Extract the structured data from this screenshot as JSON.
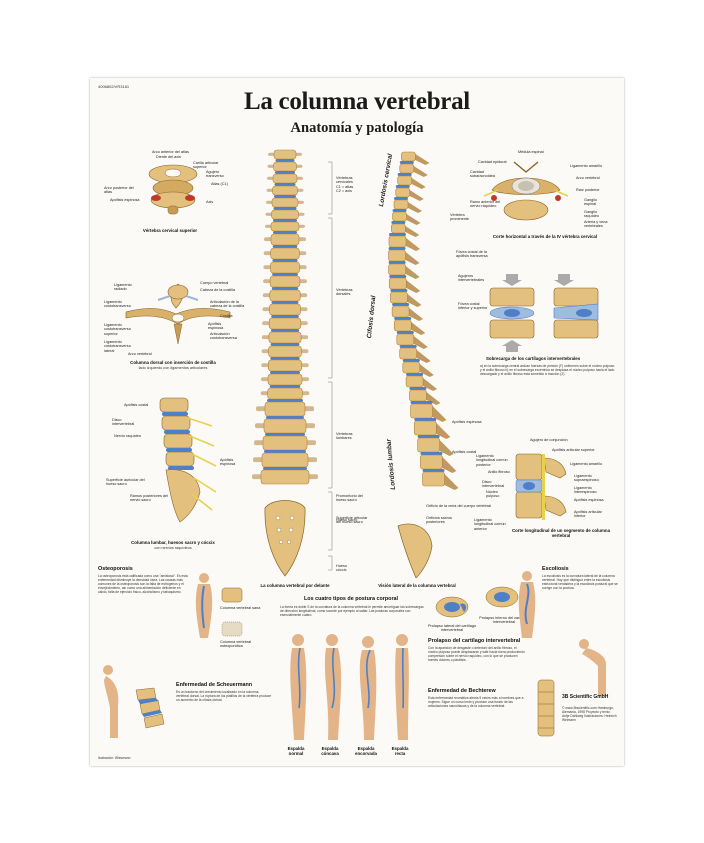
{
  "poster": {
    "code": "4006802/VR3161",
    "title": "La columna vertebral",
    "subtitle": "Anatomía y patología"
  },
  "front": {
    "caption": "La columna vertebral por delante",
    "brackets": [
      "Vértebras cervicales C1 = atlas C2 = axis",
      "Vértebras dorsales",
      "Vértebras lumbares",
      "Hueso sacro",
      "Hueso cóccix"
    ]
  },
  "side": {
    "caption": "Visión lateral de la columna vertebral",
    "curves": [
      "Lordosis cervical",
      "Cifosis dorsal",
      "Lordosis lumbar"
    ],
    "labels": [
      "Vértebra prominente",
      "Fóvea costal de la apófisis transversa",
      "Agujeros intervertebrales",
      "Fóvea costal inferior y superior",
      "Apófisis espinosa",
      "Apófisis costal",
      "Promontorio del hueso sacro",
      "Superficie articular del hueso sacro",
      "Orificios sacros posteriores"
    ]
  },
  "cervical": {
    "caption": "Vértebra cervical superior",
    "labels": [
      "Arco anterior del atlas",
      "Diente del axis",
      "Carilla articular superior",
      "Agujero transverso",
      "Atlas (C1)",
      "Arco posterior del atlas",
      "Apófisis espinosa",
      "Axis"
    ]
  },
  "thoracic": {
    "caption": "Columna dorsal con inserción de costilla",
    "sub": "lado izquierdo con ligamentos articulares",
    "labels": [
      "Ligamento radiado",
      "Ligamento costotransverso",
      "Cuerpo vertebral",
      "Cabeza de la costilla",
      "Articulación de la cabeza de la costilla",
      "Costilla",
      "Ligamento costotransverso superior",
      "Apófisis espinosa",
      "Ligamento costotransverso lateral",
      "Articulación costotransversa",
      "Arco vertebral"
    ]
  },
  "lumbar": {
    "caption": "Columna lumbar, huesos sacro y cóccix",
    "sub": "con nervios raquídeos",
    "labels": [
      "Apófisis costal",
      "Disco intervertebral",
      "Nervio raquídeo",
      "Apófisis espinosa",
      "Superficie auricular del hueso sacro",
      "Ramos posteriores del nervio sacro"
    ]
  },
  "horizontal": {
    "caption": "Corte horizontal a través de la IV vértebra cervical",
    "labels": [
      "Médula espinal",
      "Cavidad epidural",
      "Cavidad subaracnoidea",
      "Ligamento amarillo",
      "Arco vertebral",
      "Ganglio espinal",
      "Ramo anterior del nervio raquídeo",
      "Raíz posterior",
      "Ganglio raquídeo",
      "Arteria y vena vertebrales"
    ]
  },
  "load": {
    "caption": "Sobrecarga de los cartílagos intervertebrales",
    "body": "a) en la sobrecarga central actúan fuerzas de presión (F) uniformes sobre el núcleo pulposo y el anillo fibroso b) en el sobrecarga excéntrica se desplaza el núcleo pulposo hacia el lado descargado y el anillo fibroso está sometido a tracción (Z)"
  },
  "longitudinal": {
    "caption": "Corte longitudinal de un segmento de columna vertebral",
    "labels": [
      "Agujero de conjunción",
      "Apófisis articular superior",
      "Ligamento longitudinal común posterior",
      "Ligamento amarillo",
      "Anillo fibroso",
      "Disco intervertebral",
      "Núcleo pulposo",
      "Ligamento supraespinoso",
      "Ligamento interespinoso",
      "Apófisis espinosa",
      "Apófisis articular inferior",
      "Orificio de la vena del cuerpo vertebral",
      "Ligamento longitudinal común anterior"
    ]
  },
  "osteoporosis": {
    "title": "Osteoporosis",
    "body": "La osteoporosis está calificada como una \"amistosa\". Es esta enfermedad disminuye la densidad ósea. Las causas más comunes de la osteoporosis son la falta de estrógenos y el envejecimiento, así como una alimentación deficiente en calcio, falta de ejercicio físico, alcoholismo y tabaquismo.",
    "normal": "Columna vertebral sana",
    "osteo": "Columna vertebral osteoporótica"
  },
  "posture": {
    "title": "Los cuatro tipos de postura corporal",
    "body": "La forma es doble S de la curvatura de la columna vertebral le permite amortiguar las sobrecargas de dirección longitudinal, como sucede por ejemplo al saltar. Las posturas corporales son esencialmente cuatro.",
    "types": [
      "Espalda normal",
      "Espalda cóncava",
      "Espalda encorvada",
      "Espalda recta"
    ]
  },
  "prolapse": {
    "title": "Prolapso del cartílago intervertebral",
    "body": "Con la aparición de desgaste o deterioro del anillo fibroso, el núcleo pulposo puede desplazarse y salir hacia fuera produciendo compresión sobre el nervio raquídeo, con lo que se producen fuertes dolores o parálisis.",
    "fig1": "Prolapso lateral del cartílago intervertebral",
    "fig2": "Prolapso interno del cartílago intervertebral"
  },
  "scoliosis": {
    "title": "Escoliosis",
    "body": "La escoliosis es la curvatura lateral de la columna vertebral. Hay que distinguir entre la escoliosis estructural verdadera y la escoliosis postural que se corrige con la postura."
  },
  "scheuermann": {
    "title": "Enfermedad de Scheuermann",
    "body": "Es un trastorno del crecimiento localizado en la columna vertebral dorsal. La ruptura de los platillos de la vértebra produce un aumento de la cifosis dorsal."
  },
  "bechterew": {
    "title": "Enfermedad de Bechterew",
    "body": "Esta enfermedad reumática afecta 9 veces más a hombres que a mujeres. Sigue un curso lento y produce una fusión de las articulaciones sacroilíacas y de la columna vertebral."
  },
  "footer": {
    "brand": "3B Scientific GmbH",
    "illustrator": "Ilustración: Wiesmann",
    "publisher": "© www.3bscientific.com Hamburgo, Alemania, 1998 Proyecto y texto: Antje Dahlweg Ilustraciones: Heinrich Weimann"
  },
  "colors": {
    "bone": "#e3c07e",
    "bone_dark": "#b0813a",
    "disc": "#4f7fc6",
    "nerve": "#e7d24a",
    "vessel_red": "#c0392b",
    "skin": "#e2b487"
  }
}
